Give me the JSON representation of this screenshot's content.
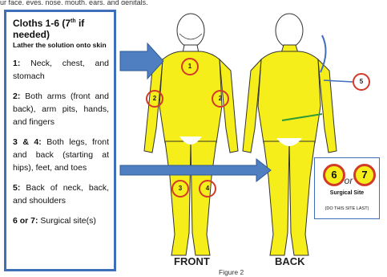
{
  "header_cut": "ur face, eyes, nose, mouth, ears, and genitals.",
  "panel": {
    "title_main": "Cloths 1-6 (7",
    "title_sup": "th",
    "title_tail": " if needed)",
    "subtitle": "Lather the solution onto skin",
    "steps": [
      {
        "num": "1:",
        "text": " Neck, chest, and stomach"
      },
      {
        "num": "2:",
        "text": " Both arms (front and back), arm pits, hands, and fingers"
      },
      {
        "num": "3 & 4:",
        "text": " Both legs, front and back (starting at hips), feet, and toes"
      },
      {
        "num": "5:",
        "text": " Back of neck, back, and shoulders"
      },
      {
        "num": "6 or 7:",
        "text": " Surgical site(s)"
      }
    ]
  },
  "figure": {
    "front_label": "FRONT",
    "back_label": "BACK",
    "caption": "Figure 2",
    "markers": [
      "1",
      "2",
      "2",
      "3",
      "4",
      "5"
    ],
    "callout": {
      "a": "6",
      "or": "or",
      "b": "7",
      "site": "Surgical Site",
      "note": "(DO THIS SITE LAST)"
    },
    "colors": {
      "skin": "#f6ee1a",
      "ring": "#d23a2a",
      "arrow": "#4f7fc0",
      "border": "#3f6fb8"
    }
  }
}
